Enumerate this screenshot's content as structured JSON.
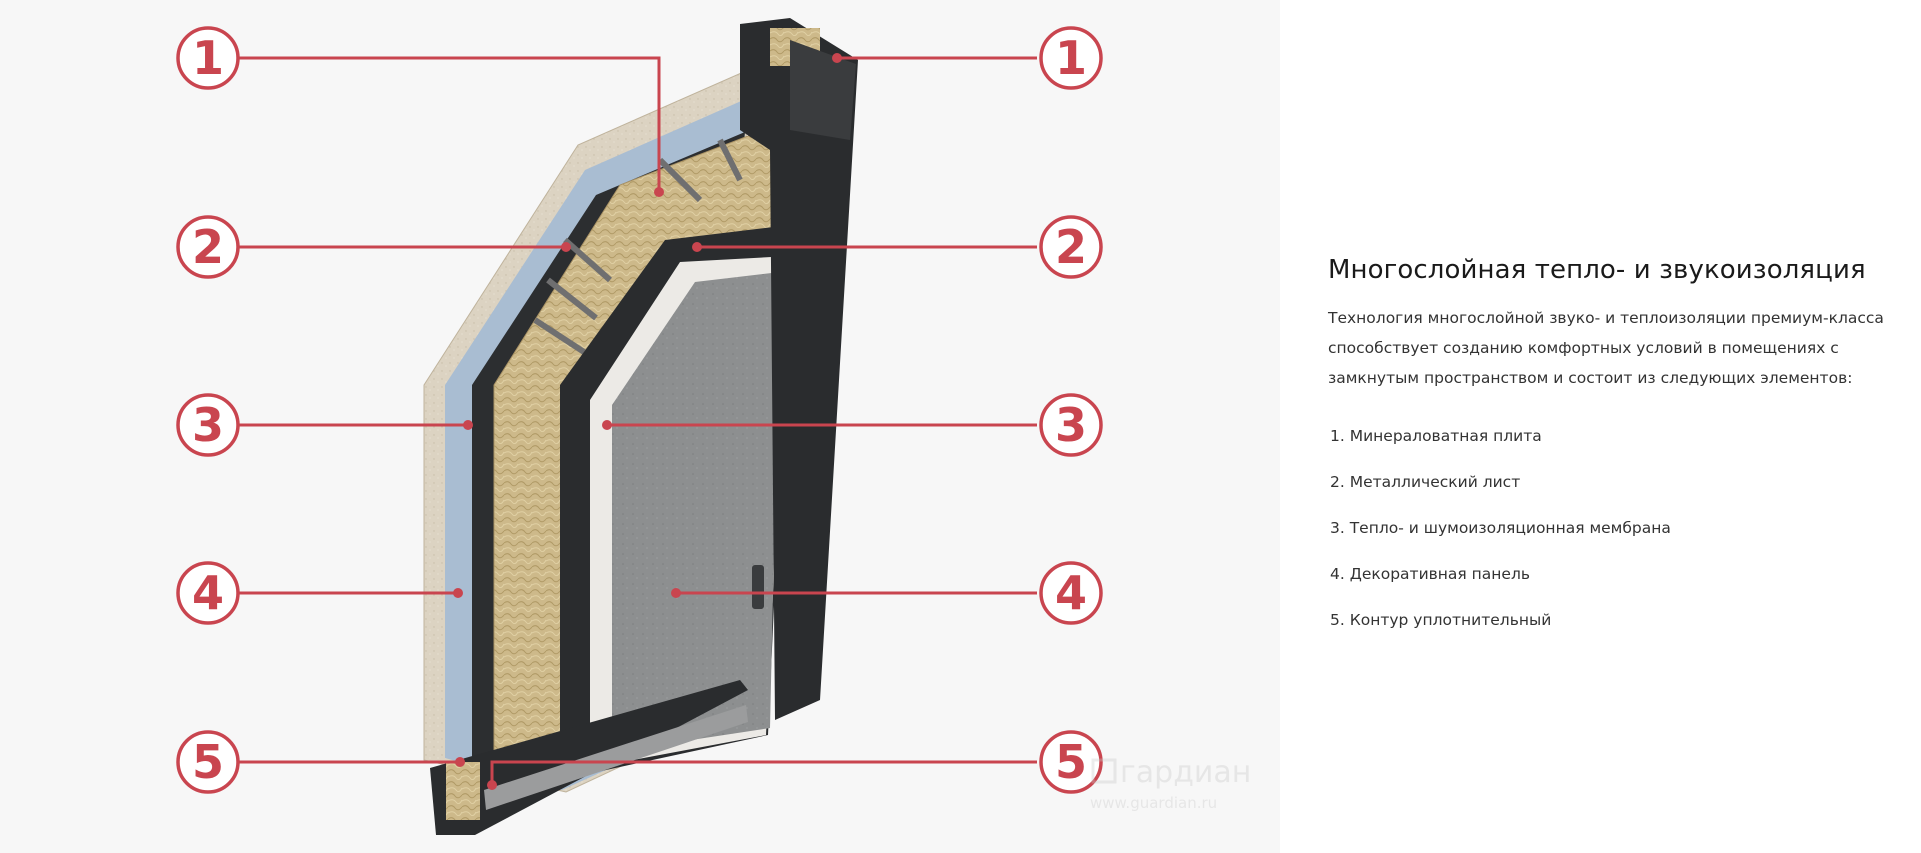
{
  "diagram": {
    "accent_color": "#c9454f",
    "left_callouts": [
      "1",
      "2",
      "3",
      "4",
      "5"
    ],
    "right_callouts": [
      "1",
      "2",
      "3",
      "4",
      "5"
    ],
    "watermark": {
      "brand": "гардиан",
      "url": "www.guardian.ru"
    }
  },
  "info": {
    "title": "Многослойная тепло- и звукоизоляция",
    "description": "Технология многослойной звуко- и теплоизоляции премиум-класса способствует созданию комфортных условий в помещениях с замкнутым пространством и состоит из следующих элементов:",
    "items": [
      "1. Минераловатная плита",
      "2. Металлический лист",
      "3. Тепло- и шумоизоляционная мембрана",
      "4. Декоративная панель",
      "5. Контур уплотнительный"
    ]
  }
}
